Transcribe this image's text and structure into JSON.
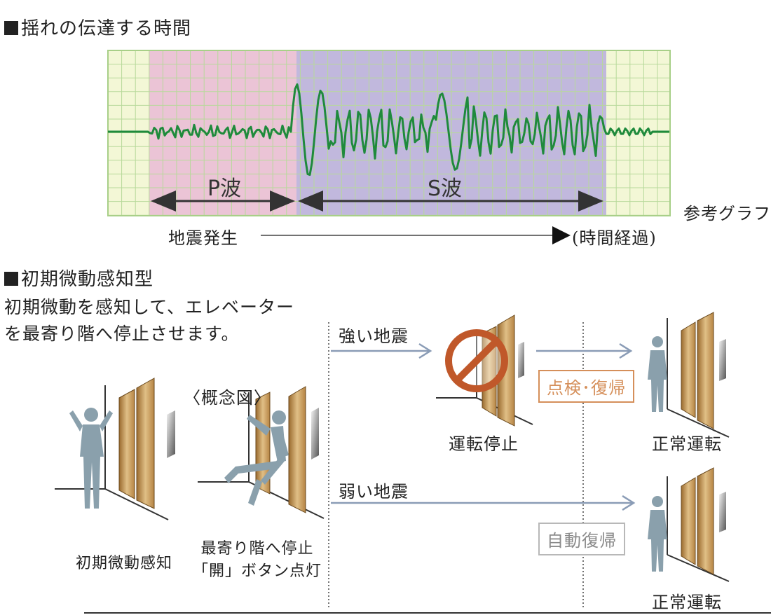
{
  "section1": {
    "heading": "揺れの伝達する時間",
    "p_wave_label": "P波",
    "s_wave_label": "S波",
    "reference_label": "参考グラフ",
    "timeline_start": "地震発生",
    "timeline_end": "(時間経過)"
  },
  "section2": {
    "heading": "初期微動感知型",
    "description_line1": "初期微動を感知して、エレベーター",
    "description_line2": "を最寄り階へ停止させます。",
    "concept_label": "〈概念図〉",
    "step1_label": "初期微動感知",
    "step2_label_line1": "最寄り階へ停止",
    "step2_label_line2": "「開」ボタン点灯",
    "strong_quake_label": "強い地震",
    "weak_quake_label": "弱い地震",
    "stop_label": "運転停止",
    "inspect_badge": "点検･復帰",
    "auto_badge": "自動復帰",
    "normal_label_top": "正常運転",
    "normal_label_bottom": "正常運転"
  },
  "colors": {
    "grid_bg": "#f3f7d6",
    "grid_line": "#b7d99a",
    "p_zone": "#e8b6d6",
    "s_zone": "#b4a8de",
    "wave": "#1f8a3c",
    "arrow_blue": "#8a9cb6",
    "person": "#8aa0ac",
    "door_gold": "#c79a56",
    "no_sign": "#c0582a",
    "badge_orange": "#d58f5a"
  }
}
